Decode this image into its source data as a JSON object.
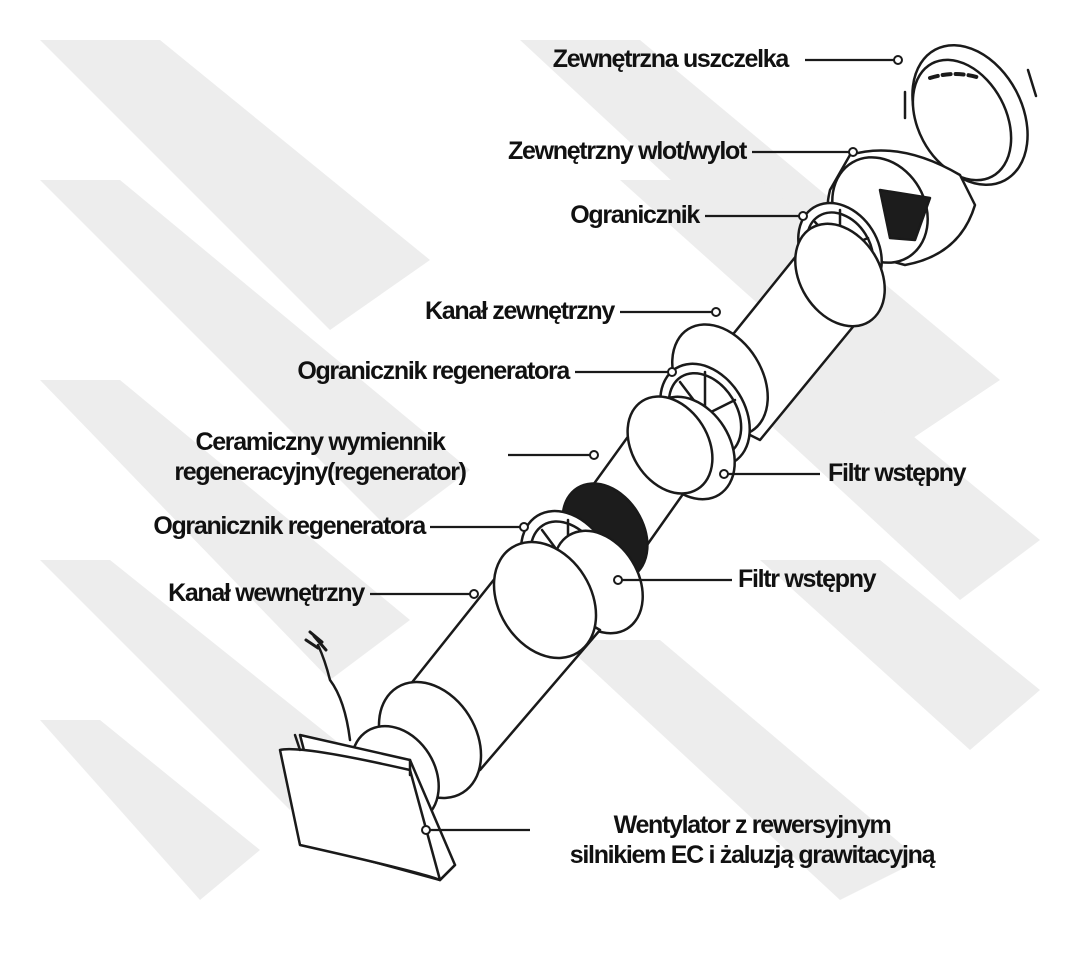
{
  "labels": {
    "external_seal": "Zewnętrzna uszczelka",
    "external_inlet_outlet": "Zewnętrzny wlot/wylot",
    "limiter": "Ogranicznik",
    "external_duct": "Kanał zewnętrzny",
    "regenerator_limiter_top": "Ogranicznik regeneratora",
    "ceramic_exchanger_line1": "Ceramiczny wymiennik",
    "ceramic_exchanger_line2": "regeneracyjny(regenerator)",
    "prefilter_top": "Filtr wstępny",
    "regenerator_limiter_bottom": "Ogranicznik regeneratora",
    "prefilter_bottom": "Filtr wstępny",
    "internal_duct": "Kanał wewnętrzny",
    "fan_line1": "Wentylator z rewersyjnym",
    "fan_line2": "silnikiem EC i żaluzją grawitacyjną"
  },
  "colors": {
    "background": "#ffffff",
    "watermark": "#ececec",
    "stroke": "#1a1a1a",
    "text": "#111111",
    "dark_fill": "#1c1c1c"
  }
}
